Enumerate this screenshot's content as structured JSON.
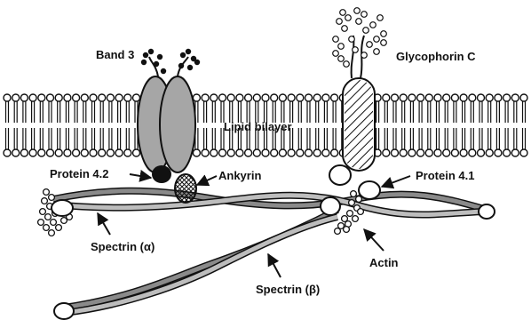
{
  "labels": {
    "band3": "Band 3",
    "glycophorin_c": "Glycophorin C",
    "lipid_bilayer": "Lipid bilayer",
    "protein_42": "Protein 4.2",
    "ankyrin": "Ankyrin",
    "protein_41": "Protein 4.1",
    "spectrin_alpha": "Spectrin (α)",
    "actin": "Actin",
    "spectrin_beta": "Spectrin (β)"
  },
  "colors": {
    "ink": "#111111",
    "band3_fill": "#a6a6a6",
    "background": "#ffffff"
  }
}
